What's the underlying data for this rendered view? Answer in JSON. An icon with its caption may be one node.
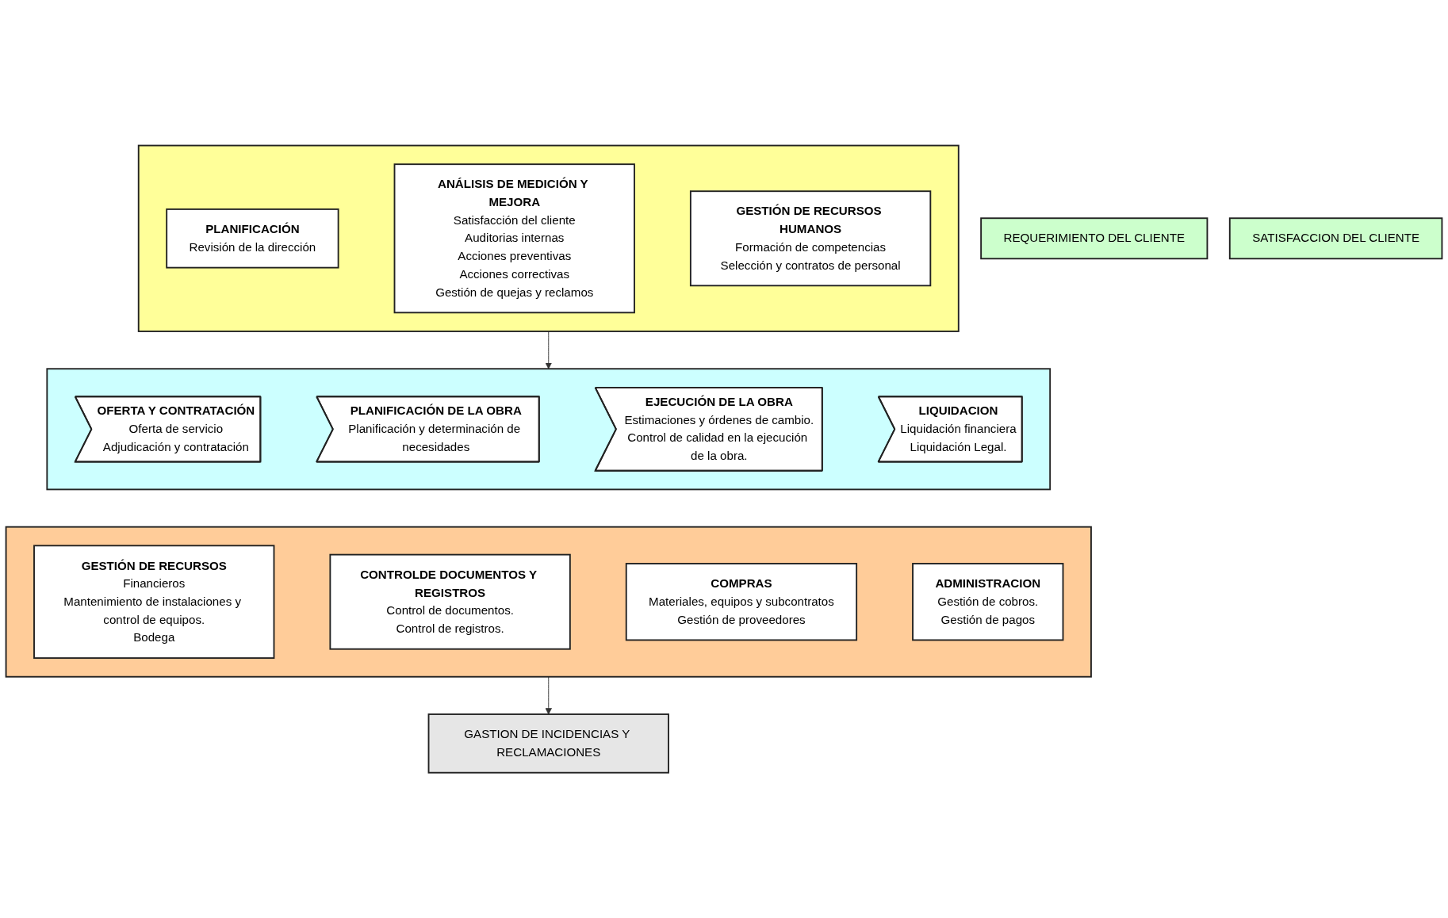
{
  "diagram": {
    "nodes": [
      {
        "text": [],
        "shape": "box"
      },
      {
        "text": [
          "PLANIFICACIÓN",
          "Revisión de la dirección"
        ],
        "in": 0
      },
      {
        "text": [
          "ANÁLISIS DE MEDICIÓN Y MEJORA",
          "Satisfacción del cliente",
          "Auditorias internas",
          "Acciones preventivas",
          "Acciones correctivas",
          "Gestión de quejas y reclamos"
        ],
        "in": 0
      },
      {
        "text": [
          "GESTIÓN DE RECURSOS HUMANOS",
          "Formación de competencias",
          "Selección y contratos de personal"
        ],
        "in": 0
      },
      {
        "text": [],
        "shape": "box"
      },
      {
        "text": [
          "OFERTA Y CONTRATACIÓN",
          "Oferta de servicio",
          "Adjudicación y contratación"
        ],
        "in": 4
      },
      {
        "text": [
          "PLANIFICACIÓN DE LA OBRA",
          "Planificación y determinación de necesidades"
        ],
        "in": 4
      },
      {
        "text": [
          "EJECUCIÓN DE LA OBRA",
          "Estimaciones y órdenes de cambio.",
          "Control de calidad en la ejecución de la obra."
        ],
        "in": 4
      },
      {
        "text": [
          "LIQUIDACION",
          "Liquidación financiera",
          "Liquidación Legal."
        ],
        "in": 4
      },
      {
        "text": [
          "GASTION DE INCIDENCIAS Y RECLAMACIONES"
        ]
      },
      {
        "text": [],
        "shape": "box"
      },
      {
        "text": [
          "GESTIÓN DE RECURSOS",
          "Financieros",
          "Mantenimiento de instalaciones y control de equipos.",
          "Bodega"
        ],
        "in": 10
      },
      {
        "text": [
          "CONTROLDE DOCUMENTOS Y REGISTROS",
          "Control de documentos.",
          "Control de registros."
        ],
        "in": 10
      },
      {
        "text": [
          "COMPRAS",
          "Materiales, equipos y subcontratos",
          "Gestión de proveedores"
        ],
        "in": 10
      },
      {
        "text": [
          "ADMINISTRACION",
          "Gestión de cobros.",
          "Gestión de pagos"
        ],
        "in": 10
      },
      {
        "text": [
          "REQUERIMIENTO DEL CLIENTE"
        ]
      },
      {
        "text": [
          "SATISFACCION DEL CLIENTE"
        ]
      }
    ],
    "edges": [
      {
        "from": 0,
        "to": 4,
        "arrow": "to"
      },
      {
        "from": 10,
        "to": 9,
        "arrow": "to"
      }
    ]
  }
}
